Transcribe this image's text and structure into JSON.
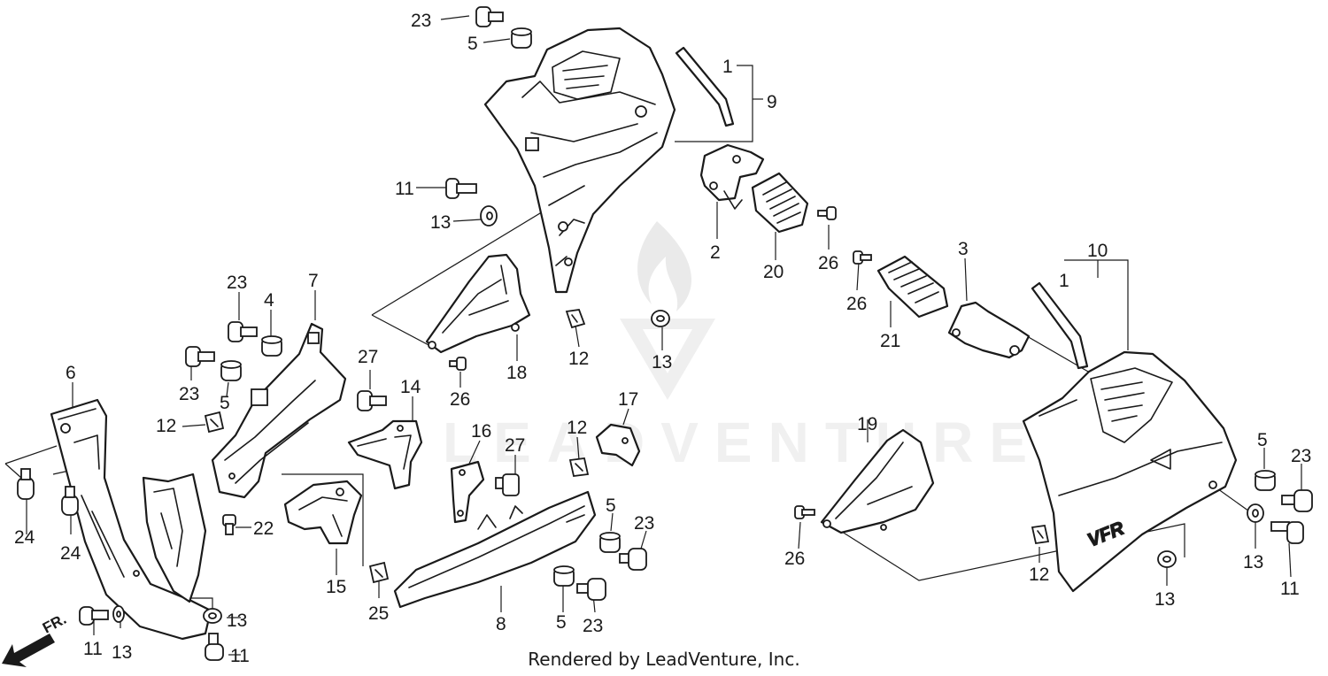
{
  "watermark": {
    "brand_text": "LEADVENTURE",
    "logo_icon": "flame-logo-icon"
  },
  "direction_indicator": {
    "label": "FR.",
    "icon": "front-arrow-icon"
  },
  "credit": "Rendered by LeadVenture, Inc.",
  "callouts": {
    "c1_top": "1",
    "c9": "9",
    "c2": "2",
    "c20": "20",
    "c26_a": "26",
    "c23_top": "23",
    "c5_top": "5",
    "c11_mid": "11",
    "c13_mid": "13",
    "c18": "18",
    "c12_mid": "12",
    "c13_center": "13",
    "c26_b": "26",
    "c23_left1": "23",
    "c4": "4",
    "c7": "7",
    "c23_left2": "23",
    "c5_left": "5",
    "c12_left": "12",
    "c6": "6",
    "c22": "22",
    "c24_a": "24",
    "c24_b": "24",
    "c27_a": "27",
    "c14": "14",
    "c15": "15",
    "c25": "25",
    "c16": "16",
    "c27_b": "27",
    "c17": "17",
    "c12_center": "12",
    "c5_center": "5",
    "c23_center": "23",
    "c8": "8",
    "c5_low": "5",
    "c23_low": "23",
    "c13_left": "13",
    "c11_left": "11",
    "c13_bottom": "13",
    "c11_bottom": "11",
    "c3": "3",
    "c10": "10",
    "c1_right": "1",
    "c26_c": "26",
    "c21": "21",
    "c19": "19",
    "c26_d": "26",
    "c12_right": "12",
    "c13_right_low": "13",
    "c13_right": "13",
    "c5_right": "5",
    "c23_right": "23",
    "c11_right": "11"
  },
  "branding_on_part": "VFR"
}
